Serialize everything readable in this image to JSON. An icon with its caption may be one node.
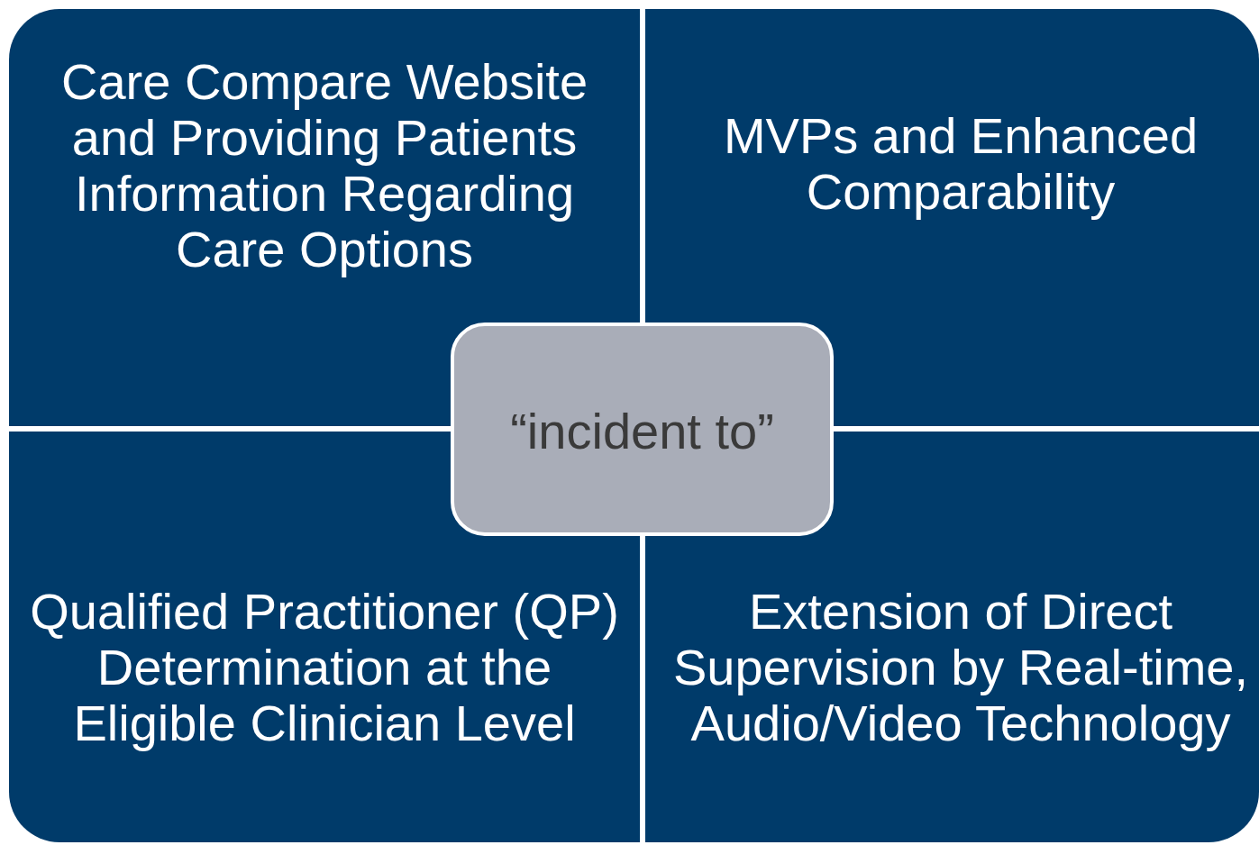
{
  "diagram": {
    "nodes": [
      {
        "text": [
          "Care Compare Website and Providing Patients Information Regarding Care Options"
        ]
      },
      {
        "text": [
          "MVPs and Enhanced Comparability"
        ]
      },
      {
        "text": [
          "Qualified Practitioner (QP) Determination at the Eligible Clinician Level"
        ]
      },
      {
        "text": [
          "Extension of Direct Supervision by Real-time, Audio/Video Technology"
        ]
      },
      {
        "text": [
          "“incident to”"
        ]
      }
    ]
  }
}
